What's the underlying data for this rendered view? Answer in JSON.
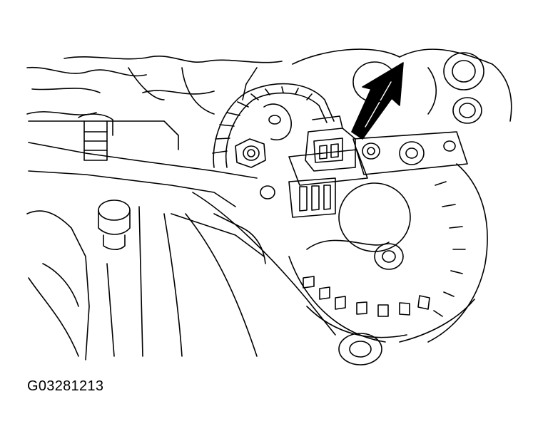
{
  "figure": {
    "code": "G03281213",
    "line_color": "#000000",
    "background": "#ffffff"
  },
  "parts": {
    "callout_arrow": "arrow-icon",
    "connector": "electrical-connector",
    "harness": "wiring-harness",
    "terminal_nut": "terminal-nut",
    "alternator": "alternator-rear-housing"
  }
}
